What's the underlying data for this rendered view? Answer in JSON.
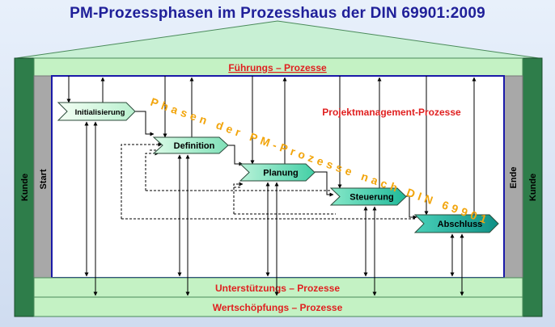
{
  "title": "PM-Prozessphasen im Prozesshaus der DIN 69901:2009",
  "bands": {
    "top": "Führungs – Prozesse",
    "support": "Unterstützungs  –  Prozesse",
    "value": "Wertschöpfungs  –  Prozesse"
  },
  "sides": {
    "customer_left": "Kunde",
    "start": "Start",
    "end": "Ende",
    "customer_right": "Kunde"
  },
  "pm_label": "Projektmanagement-Prozesse",
  "diagonal": "Phasen der PM-Prozesse nach DIN 69901",
  "phases": [
    "Initialisierung",
    "Definition",
    "Planung",
    "Steuerung",
    "Abschluss"
  ],
  "colors": {
    "title": "#1f1f99",
    "band_fill": "#c4f2c4",
    "pillar": "#2e7d4a",
    "inner_pillar": "#a8a8a8",
    "frame": "#1a1aa8",
    "red_text": "#e02020",
    "diagonal_text": "#f2a50c"
  }
}
